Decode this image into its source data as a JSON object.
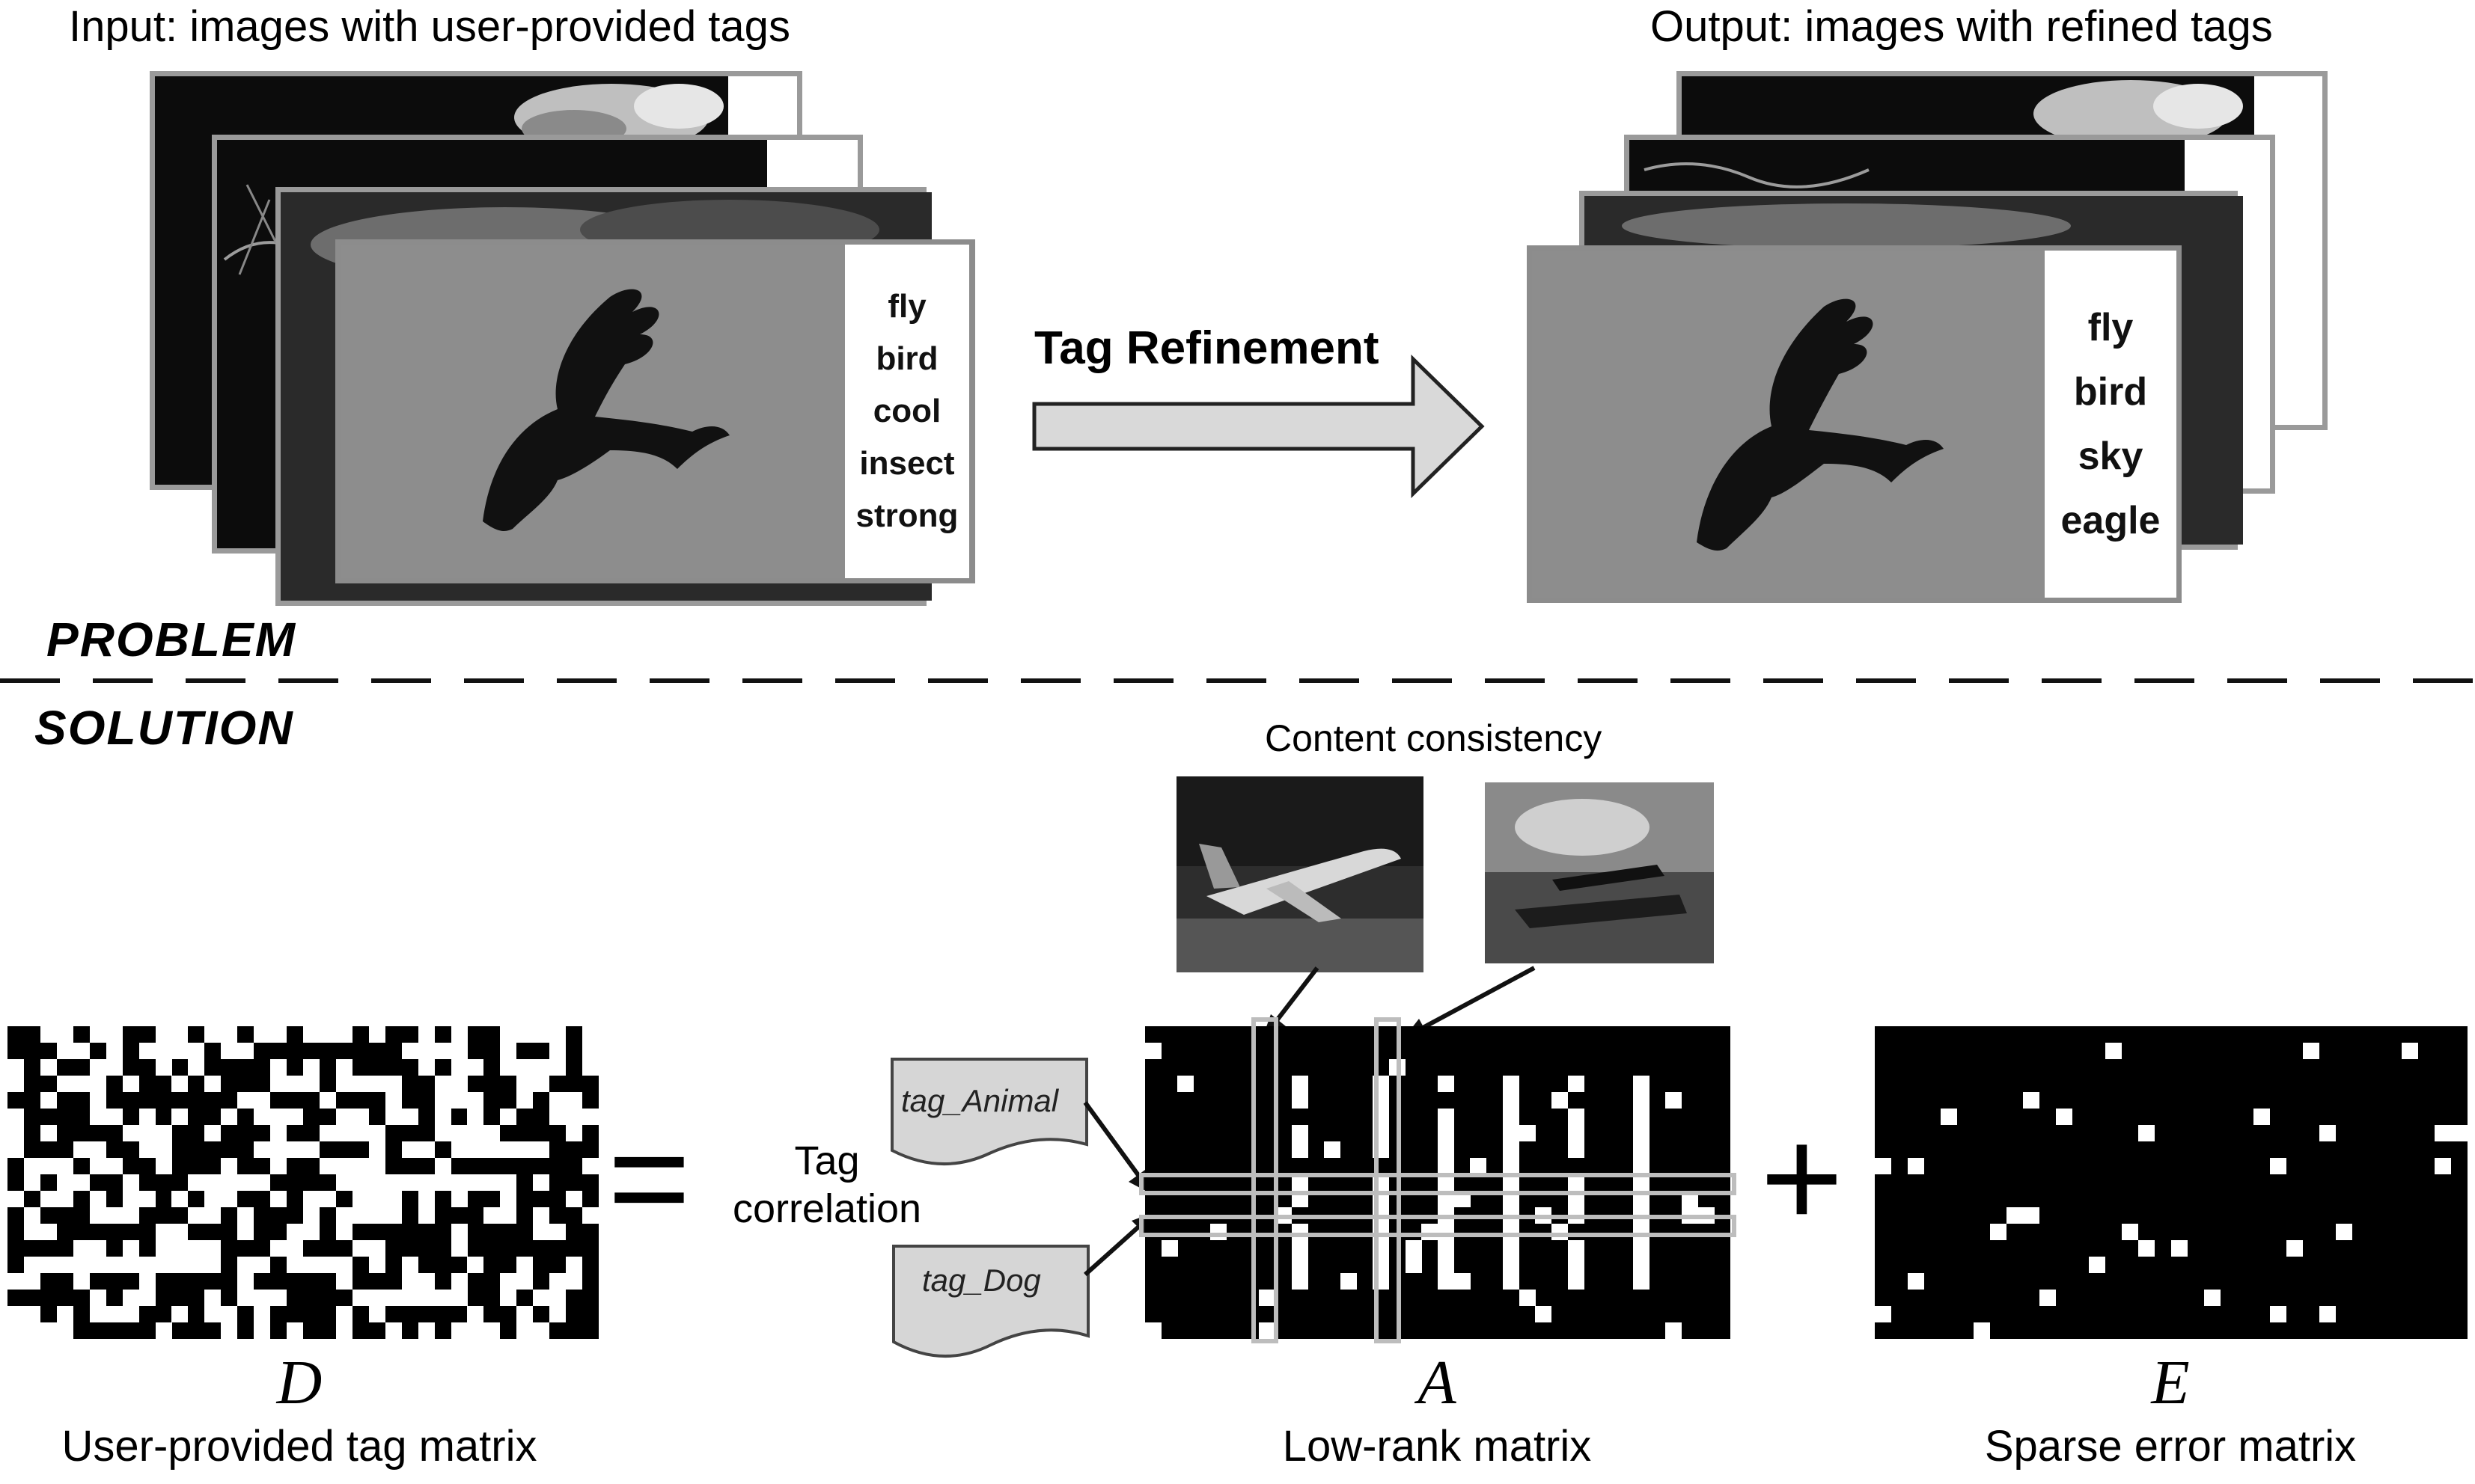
{
  "problem": {
    "input_title": "Input: images with user-provided tags",
    "output_title": "Output: images with refined tags",
    "input_tags": [
      "fly",
      "bird",
      "cool",
      "insect",
      "strong"
    ],
    "output_tags": [
      "fly",
      "bird",
      "sky",
      "eagle"
    ],
    "arrow_label": "Tag Refinement",
    "section_label": "PROBLEM"
  },
  "solution": {
    "section_label": "SOLUTION",
    "content_consistency": "Content consistency",
    "tag_correlation_line1": "Tag",
    "tag_correlation_line2": "correlation",
    "note_animal": "tag_Animal",
    "note_dog": "tag_Dog",
    "equals": "=",
    "plus": "+",
    "matrices": {
      "D": {
        "symbol": "D",
        "caption": "User-provided tag matrix"
      },
      "A": {
        "symbol": "A",
        "caption": "Low-rank matrix"
      },
      "E": {
        "symbol": "E",
        "caption": "Sparse error matrix"
      }
    }
  },
  "colors": {
    "card_border": "#9a9a9a",
    "photo_bg": "#8d8d8d",
    "arrow_fill": "#d9d9d9",
    "highlight": "#bdbdbd"
  }
}
